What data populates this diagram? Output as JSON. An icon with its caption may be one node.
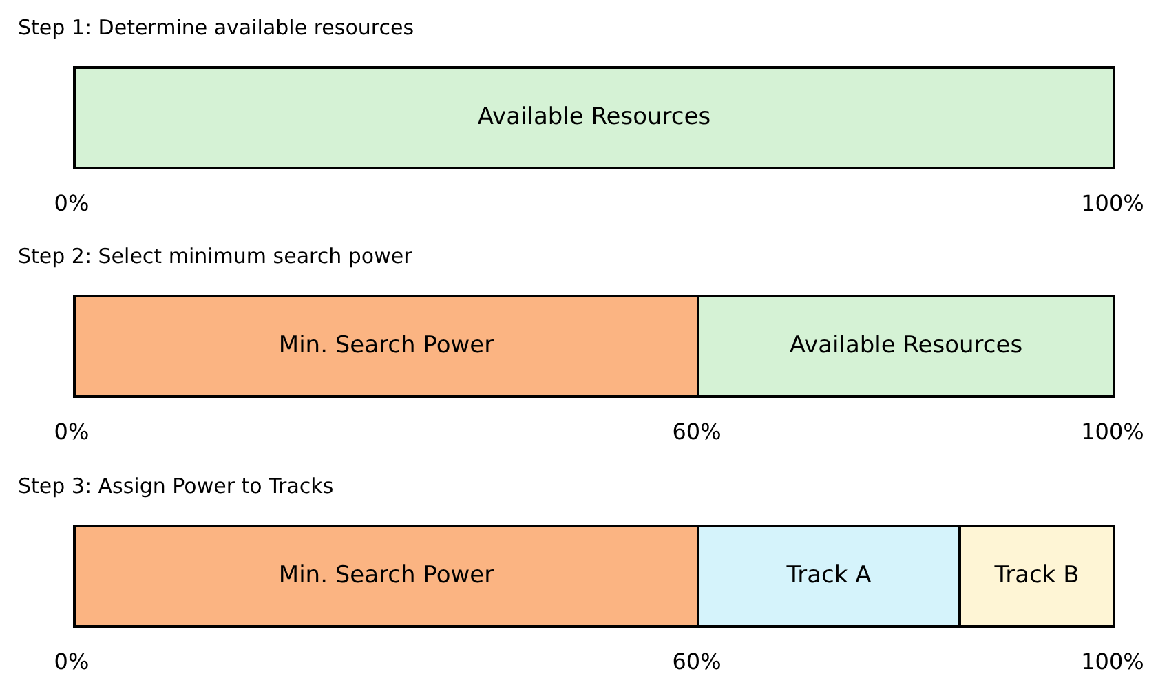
{
  "diagram": {
    "nodes": [
      {
        "text": [
          "Available Resources"
        ]
      },
      {
        "text": [
          "Min. Search Power"
        ]
      },
      {
        "text": [
          "Available Resources"
        ]
      },
      {
        "text": [
          "Min. Search Power"
        ]
      },
      {
        "text": [
          "Track A"
        ]
      },
      {
        "text": [
          "Track B"
        ]
      }
    ],
    "labels": [
      "Step 1: Determine available resources",
      "0%",
      "100%",
      "Step 2: Select minimum search power",
      "0%",
      "60%",
      "100%",
      "Step 3: Assign Power to Tracks",
      "0%",
      "60%",
      "100%"
    ]
  }
}
